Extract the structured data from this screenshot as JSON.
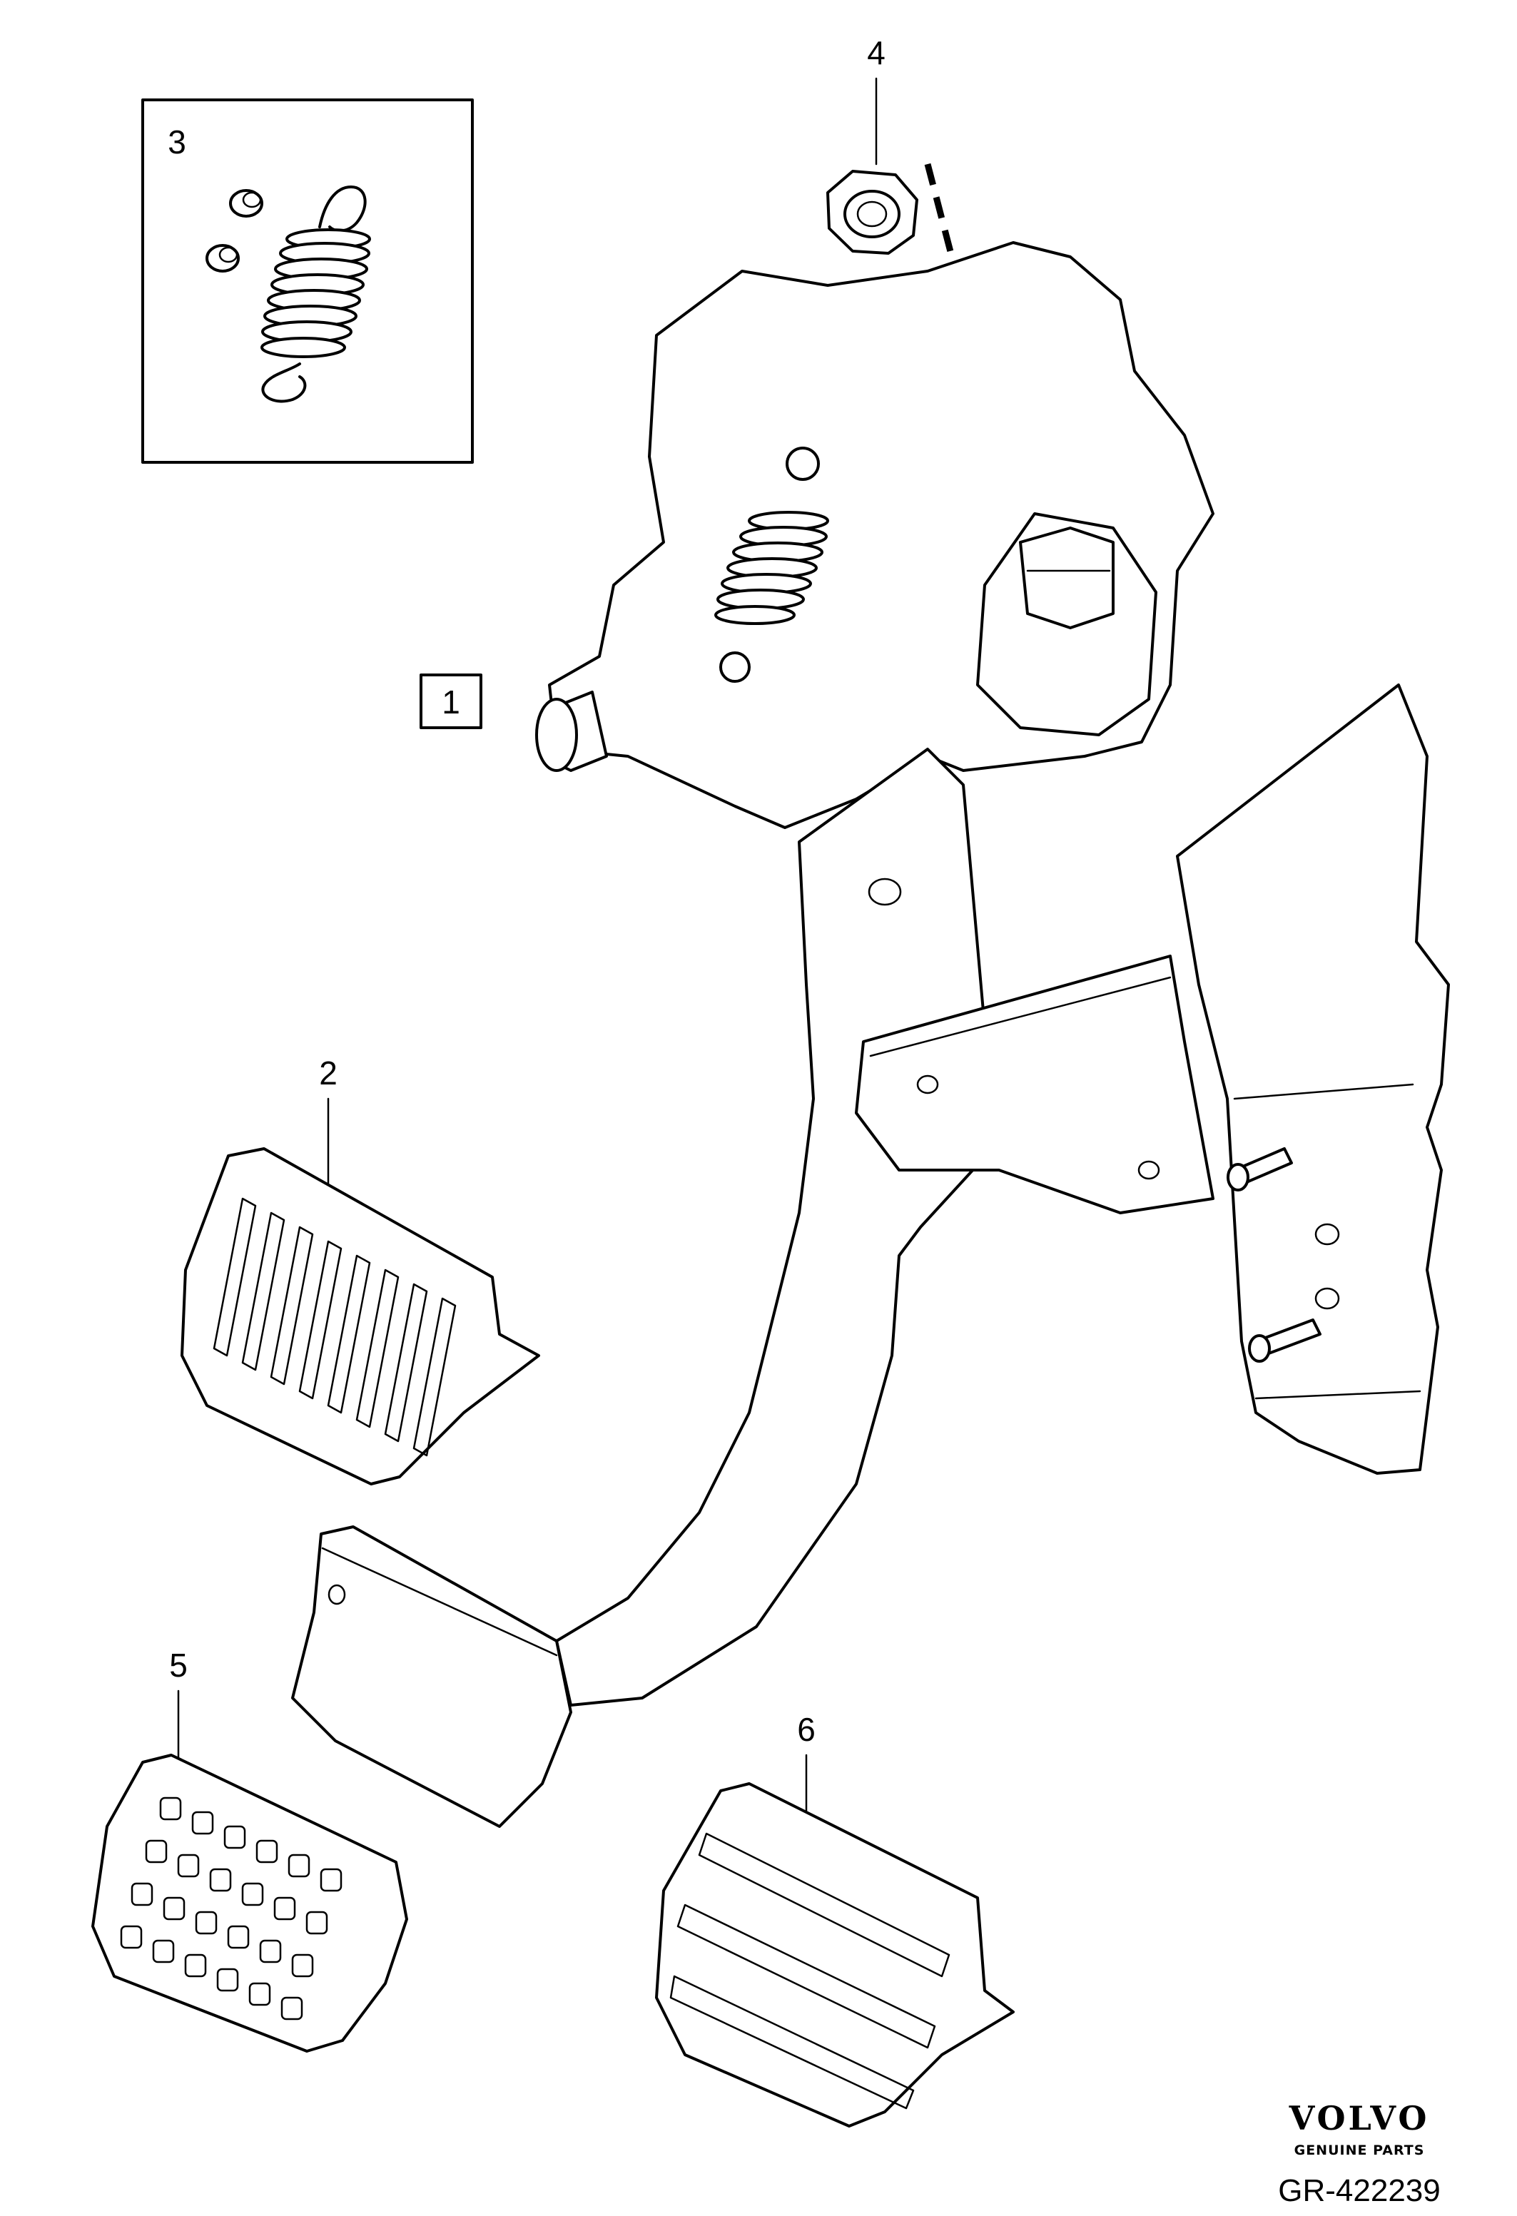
{
  "callouts": {
    "c1": "1",
    "c2": "2",
    "c3": "3",
    "c4": "4",
    "c5": "5",
    "c6": "6"
  },
  "branding": {
    "logo_text": "VOLVO",
    "logo_tagline": "GENUINE PARTS",
    "reference": "GR-422239"
  },
  "icons": [
    "pedal-box-assembly",
    "brake-pedal-pad",
    "spring-kit",
    "flange-nut",
    "accelerator-pedal-pad",
    "clutch-pedal-pad"
  ]
}
